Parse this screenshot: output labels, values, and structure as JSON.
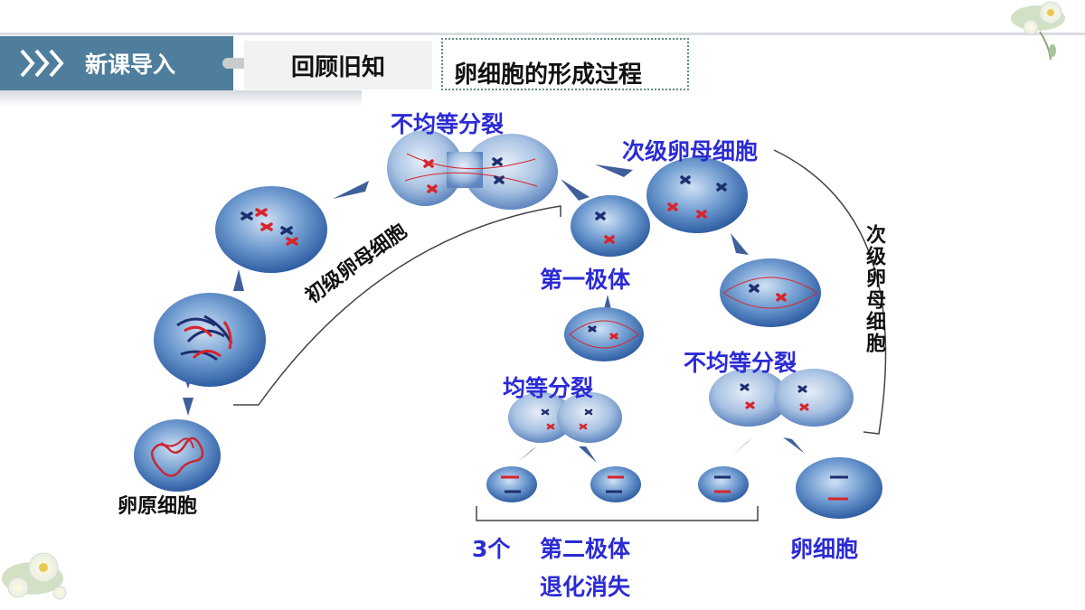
{
  "header": {
    "nav_current": "新课导入",
    "nav_next": "回顾旧知",
    "title": "卵细胞的形成过程"
  },
  "labels": {
    "oogonium": "卵原细胞",
    "primary_oocyte": "初级卵母细胞",
    "unequal_division_1": "不均等分裂",
    "secondary_oocyte": "次级卵母细胞",
    "secondary_oocyte_vertical": "次级卵母细胞",
    "first_polar_body": "第一极体",
    "equal_division": "均等分裂",
    "unequal_division_2": "不均等分裂",
    "count": "3个",
    "second_polar_body": "第二极体",
    "degenerate": "退化消失",
    "egg_cell": "卵细胞"
  },
  "colors": {
    "nav_blue": "#4f7e9c",
    "label_blue": "#2b2bd6",
    "cell_fill": "#4d7fbf",
    "chromosome_red": "#d9242b",
    "chromosome_navy": "#1d2f6f"
  }
}
